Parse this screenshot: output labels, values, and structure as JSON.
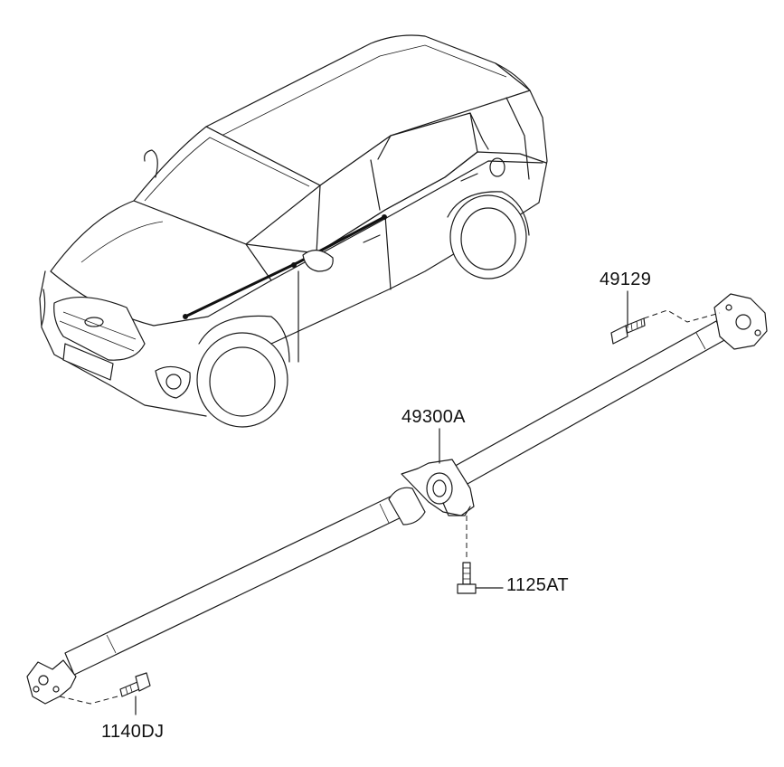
{
  "diagram": {
    "parts": [
      {
        "id": "49129",
        "label": "49129"
      },
      {
        "id": "49300A",
        "label": "49300A"
      },
      {
        "id": "1125AT",
        "label": "1125AT"
      },
      {
        "id": "1140DJ",
        "label": "1140DJ"
      }
    ]
  }
}
